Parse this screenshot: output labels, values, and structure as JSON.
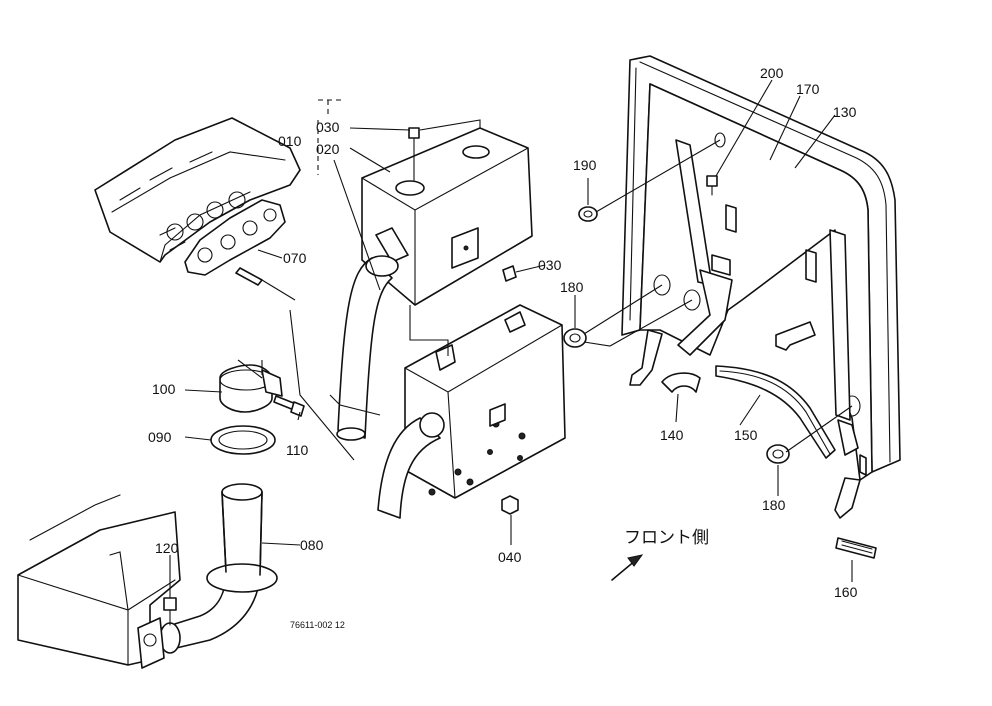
{
  "labels": {
    "p010": "010",
    "p020": "020",
    "p030a": "030",
    "p030b": "030",
    "p040": "040",
    "p070": "070",
    "p080": "080",
    "p090": "090",
    "p100": "100",
    "p110": "110",
    "p120": "120",
    "p130": "130",
    "p140": "140",
    "p150": "150",
    "p160": "160",
    "p170": "170",
    "p180a": "180",
    "p180b": "180",
    "p190": "190",
    "p200": "200"
  },
  "annotations": {
    "front_side": "フロント側",
    "drawing_code": "76611-002 12"
  }
}
